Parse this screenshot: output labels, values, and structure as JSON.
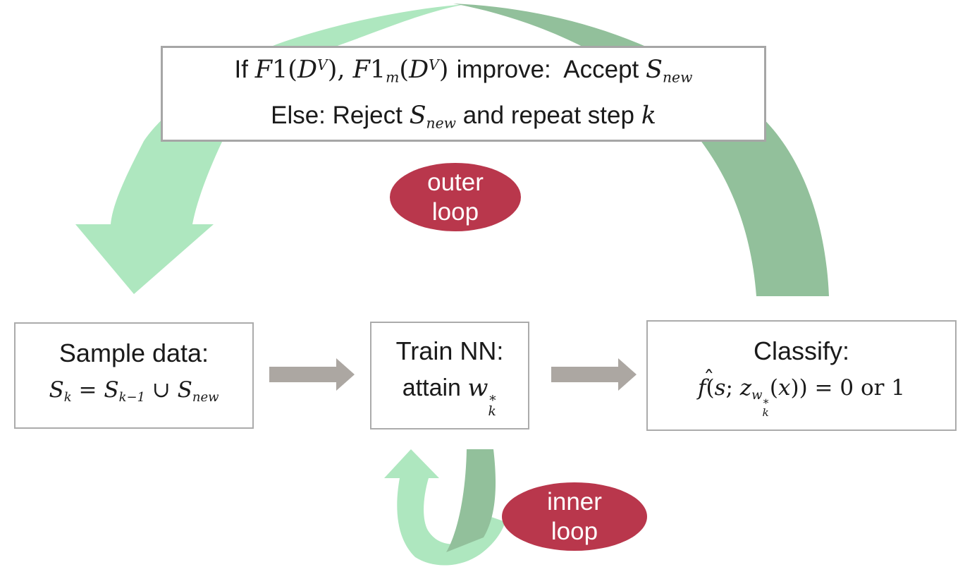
{
  "colors": {
    "light_green": "#AEE7BF",
    "dark_green": "#92C09B",
    "red": "#B9374C",
    "gray_arrow": "#ACA7A2",
    "box_border": "#A6A6A6",
    "text": "#1A1A1A"
  },
  "decision_box": {
    "line1": [
      {
        "t": "If ",
        "s": "p"
      },
      {
        "t": "F",
        "s": "i"
      },
      {
        "t": "1(",
        "s": "r"
      },
      {
        "t": "D",
        "s": "i"
      },
      {
        "t": "V",
        "s": "sup"
      },
      {
        "t": "), ",
        "s": "r"
      },
      {
        "t": "F",
        "s": "i"
      },
      {
        "t": "1",
        "s": "r"
      },
      {
        "t": "m",
        "s": "sub"
      },
      {
        "t": "(",
        "s": "r"
      },
      {
        "t": "D",
        "s": "i"
      },
      {
        "t": "V",
        "s": "sup"
      },
      {
        "t": ") ",
        "s": "r"
      },
      {
        "t": "improve:  Accept ",
        "s": "p"
      },
      {
        "t": "S",
        "s": "i"
      },
      {
        "t": "new",
        "s": "sub"
      }
    ],
    "line2": [
      {
        "t": "Else: Reject ",
        "s": "p"
      },
      {
        "t": "S",
        "s": "i"
      },
      {
        "t": "new",
        "s": "sub"
      },
      {
        "t": " and repeat step ",
        "s": "p"
      },
      {
        "t": "k",
        "s": "i"
      }
    ]
  },
  "outer_loop_label": {
    "line1": "outer",
    "line2": "loop"
  },
  "inner_loop_label": {
    "line1": "inner",
    "line2": "loop"
  },
  "sample_box": {
    "title": "Sample data:",
    "formula": [
      {
        "t": "S",
        "s": "i"
      },
      {
        "t": "k",
        "s": "sub"
      },
      {
        "t": " = ",
        "s": "r"
      },
      {
        "t": "S",
        "s": "i"
      },
      {
        "t": "k−1",
        "s": "sub"
      },
      {
        "t": " ∪ ",
        "s": "r"
      },
      {
        "t": "S",
        "s": "i"
      },
      {
        "t": "new",
        "s": "sub"
      }
    ]
  },
  "train_box": {
    "title": "Train NN:",
    "formula": [
      {
        "t": "attain ",
        "s": "p"
      },
      {
        "t": "w",
        "s": "i"
      },
      {
        "s": "ss",
        "a": "∗",
        "b": "k"
      }
    ]
  },
  "classify_box": {
    "title": "Classify:",
    "formula": [
      {
        "t": "f",
        "s": "hat",
        "a": "ˆ"
      },
      {
        "t": "(",
        "s": "r"
      },
      {
        "t": "s",
        "s": "i"
      },
      {
        "t": "; ",
        "s": "r"
      },
      {
        "t": "z",
        "s": "i"
      },
      {
        "t": "w",
        "s": "sub2",
        "a": "∗",
        "b": "k"
      },
      {
        "t": "(",
        "s": "r"
      },
      {
        "t": "x",
        "s": "i"
      },
      {
        "t": ")) = 0 or 1",
        "s": "r"
      }
    ]
  }
}
